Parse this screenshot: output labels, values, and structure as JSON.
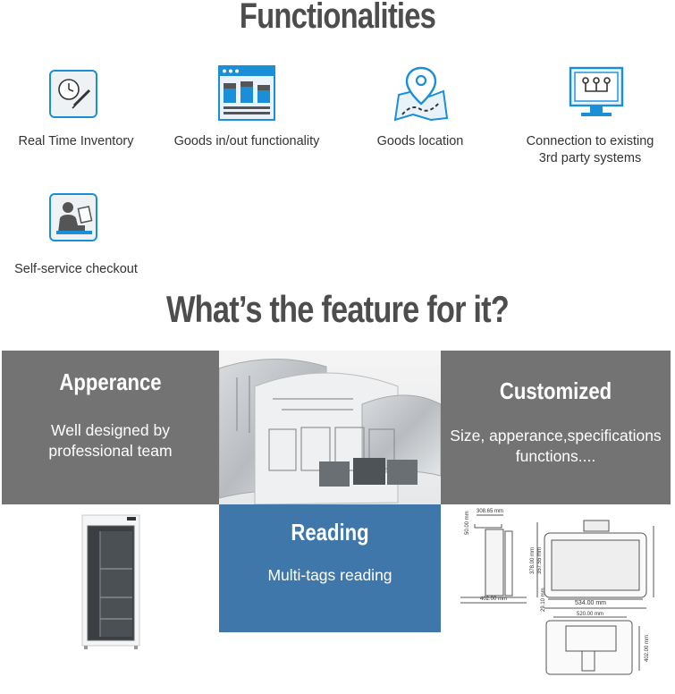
{
  "headings": {
    "functionalities": "Functionalities",
    "feature": "What’s  the feature for it?"
  },
  "functions": [
    {
      "label": "Real Time Inventory",
      "icon": "clock-pen-icon"
    },
    {
      "label": "Goods in/out functionality",
      "icon": "browser-window-icon"
    },
    {
      "label": "Goods location",
      "icon": "map-pin-icon"
    },
    {
      "label_line1": "Connection to existing",
      "label_line2": "3rd party systems",
      "icon": "monitor-network-icon"
    },
    {
      "label": "Self-service checkout",
      "icon": "person-desk-icon"
    }
  ],
  "panels": {
    "appearance": {
      "title": "Apperance",
      "line1": "Well designed by",
      "line2": "professional team",
      "bg": "#737373"
    },
    "customized": {
      "title": "Customized",
      "line1": "Size, apperance,specifications",
      "line2": "functions....",
      "bg": "#737373"
    },
    "reading": {
      "title": "Reading",
      "line1": "Multi-tags reading",
      "bg": "#3f77aa"
    }
  },
  "drawing": {
    "dim_top": "308.65 mm",
    "dim_left_width": "402.00 mm",
    "dim_width": "534.00 mm",
    "dim_bottom": "520.00 mm",
    "dim_side_a": "50.00 mm",
    "dim_side_b": "378.00 mm",
    "dim_side_c": "357.55 mm",
    "dim_side_d": "29.10 mm",
    "dim_side_e": "402.00 mm"
  },
  "colors": {
    "icon_blue": "#1a8fd8",
    "icon_bg": "#e8eef3",
    "heading": "#4d4d4d"
  }
}
